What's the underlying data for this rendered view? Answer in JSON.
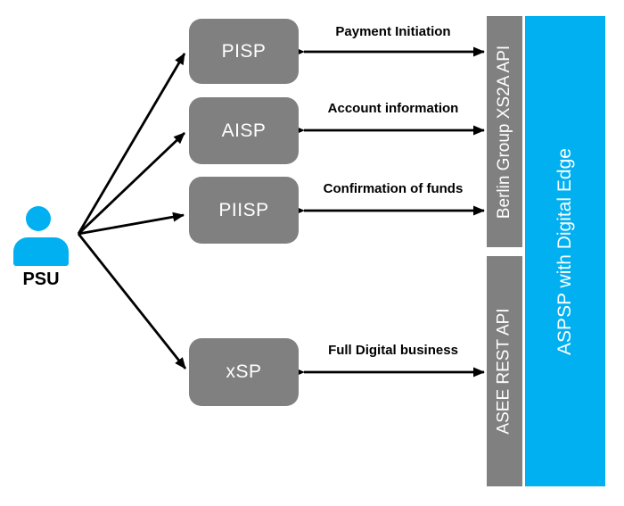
{
  "diagram": {
    "psu": {
      "label": "PSU"
    },
    "providers": [
      {
        "label": "PISP",
        "connection_label": "Payment Initiation"
      },
      {
        "label": "AISP",
        "connection_label": "Account information"
      },
      {
        "label": "PIISP",
        "connection_label": "Confirmation of funds"
      },
      {
        "label": "xSP",
        "connection_label": "Full Digital business"
      }
    ],
    "api_bars": [
      {
        "label": "Berlin Group XS2A API"
      },
      {
        "label": "ASEE REST API"
      }
    ],
    "aspsp_bar": {
      "label": "ASPSP with Digital Edge"
    },
    "colors": {
      "accent_cyan": "#00B0F0",
      "box_gray": "#808080",
      "arrow_black": "#000000",
      "label_text": "#000000",
      "bar_text": "#FFFFFF"
    }
  }
}
